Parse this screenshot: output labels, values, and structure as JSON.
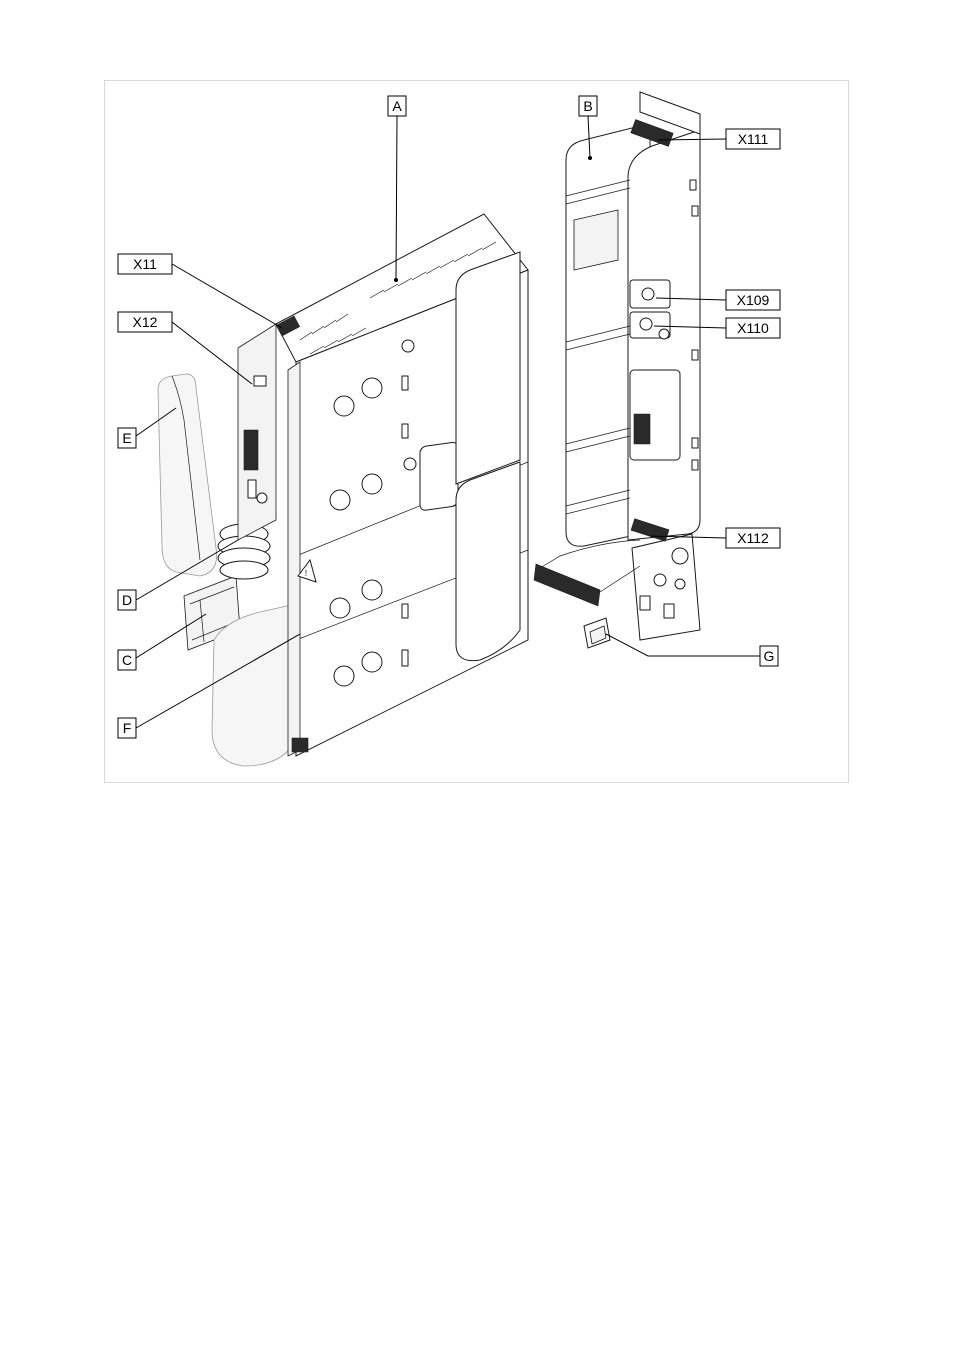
{
  "labels": {
    "A": "A",
    "B": "B",
    "C": "C",
    "D": "D",
    "E": "E",
    "F": "F",
    "G": "G",
    "X11": "X11",
    "X12": "X12",
    "X109": "X109",
    "X110": "X110",
    "X111": "X111",
    "X112": "X112"
  },
  "colors": {
    "line": "#000000",
    "frame": "#d8d8d8",
    "background": "#ffffff"
  }
}
